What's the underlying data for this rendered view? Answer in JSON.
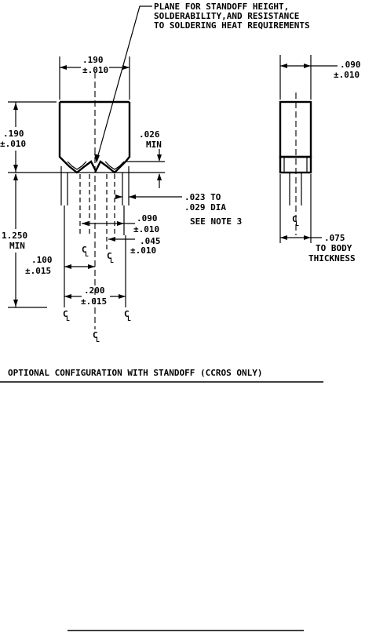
{
  "callout": {
    "line1": "PLANE FOR STANDOFF HEIGHT,",
    "line2": "SOLDERABILITY,AND RESISTANCE",
    "line3": "TO SOLDERING HEAT REQUIREMENTS"
  },
  "dims": {
    "width_top": {
      "value": ".190",
      "tol": "±.010"
    },
    "side_width": {
      "value": ".090",
      "tol": "±.010"
    },
    "body_height": {
      "value": ".190",
      "tol": "±.010"
    },
    "standoff": {
      "value": ".026",
      "unit": "MIN"
    },
    "lead_dia": {
      "line1": ".023 TO",
      "line2": ".029 DIA",
      "note": "SEE NOTE 3"
    },
    "lead_length": {
      "value": "1.250",
      "unit": "MIN"
    },
    "span_090": {
      "value": ".090",
      "tol": "±.010"
    },
    "span_045": {
      "value": ".045",
      "tol": "±.010"
    },
    "span_100": {
      "value": ".100",
      "tol": "±.015"
    },
    "span_200": {
      "value": ".200",
      "tol": "±.015"
    },
    "thickness": {
      "value": ".075",
      "line2": "TO BODY",
      "line3": "THICKNESS"
    }
  },
  "centerline_symbol": {
    "c": "C",
    "l": "L"
  },
  "caption": "OPTIONAL CONFIGURATION WITH STANDOFF (CCROS ONLY)"
}
